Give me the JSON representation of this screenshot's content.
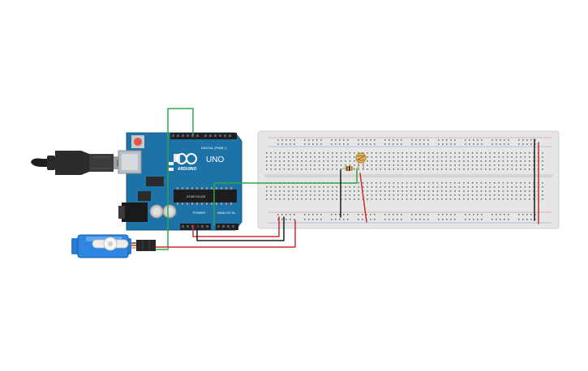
{
  "arduino": {
    "brand": "ARDUINO",
    "model": "UNO",
    "digital_label": "DIGITAL (PWM~)",
    "power_label": "POWER",
    "analog_label": "ANALOG IN",
    "ic_label": "ATMEGA328"
  },
  "colors": {
    "board_blue": "#1d73a8",
    "breadboard": "#e6e6e6",
    "wire_green": "#2ea84a",
    "wire_red": "#d32a2a",
    "wire_black": "#1c1c1c",
    "servo_blue": "#2a7bd3"
  },
  "components": [
    "arduino-uno",
    "usb-cable",
    "breadboard",
    "photoresistor",
    "resistor",
    "servo-motor"
  ]
}
